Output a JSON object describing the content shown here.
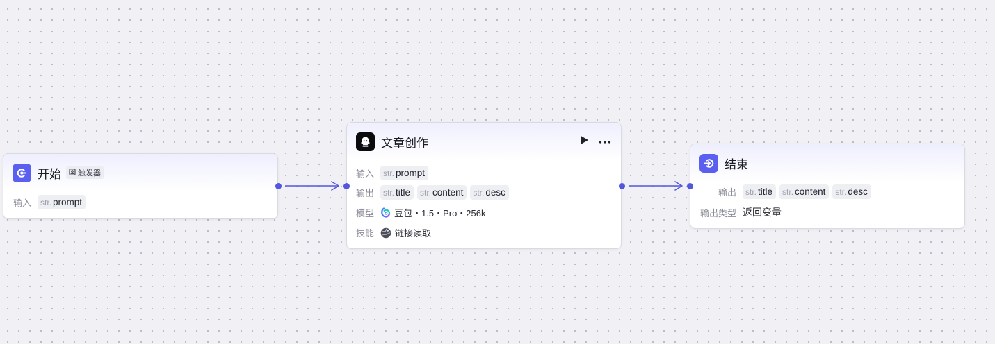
{
  "colors": {
    "accent": "#5a5ff0",
    "edge": "#5257de",
    "canvas_background": "#f1f1f5"
  },
  "nodes": {
    "start": {
      "title": "开始",
      "icon": "start-node-icon",
      "trigger_icon": "trigger-icon",
      "trigger_label": "触发器",
      "input_label": "输入",
      "inputs": [
        {
          "type": "str.",
          "name": "prompt"
        }
      ]
    },
    "article": {
      "title": "文章创作",
      "icon": "article-writer-icon",
      "run_icon": "play-icon",
      "more_icon": "more-icon",
      "input_label": "输入",
      "inputs": [
        {
          "type": "str.",
          "name": "prompt"
        }
      ],
      "output_label": "输出",
      "outputs": [
        {
          "type": "str.",
          "name": "title"
        },
        {
          "type": "str.",
          "name": "content"
        },
        {
          "type": "str.",
          "name": "desc"
        }
      ],
      "model_label": "模型",
      "model_icon": "doubao-model-icon",
      "model_value": "豆包・1.5・Pro・256k",
      "skill_label": "技能",
      "skill_icon": "link-reader-icon",
      "skill_value": "链接读取"
    },
    "end": {
      "title": "结束",
      "icon": "end-node-icon",
      "output_label": "输出",
      "outputs": [
        {
          "type": "str.",
          "name": "title"
        },
        {
          "type": "str.",
          "name": "content"
        },
        {
          "type": "str.",
          "name": "desc"
        }
      ],
      "output_type_label": "输出类型",
      "output_type_value": "返回变量"
    }
  }
}
